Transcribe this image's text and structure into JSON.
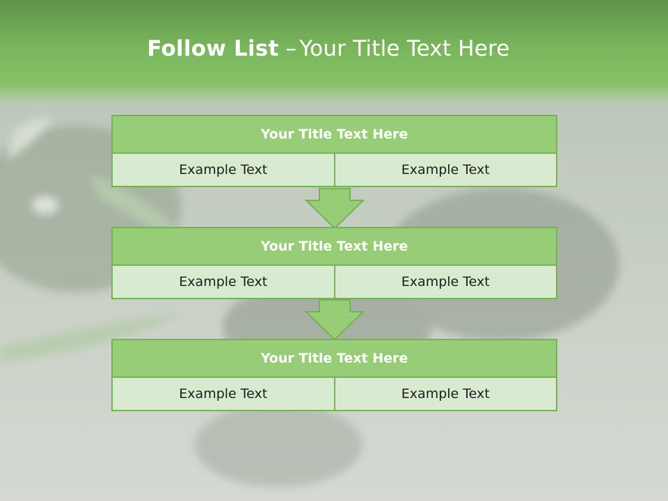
{
  "slide": {
    "title_bold": "Follow List",
    "title_rest": "Your Title Text Here",
    "title_separator": "–"
  },
  "blocks": [
    {
      "title": "Your Title Text Here",
      "left": "Example Text",
      "right": "Example Text"
    },
    {
      "title": "Your Title Text Here",
      "left": "Example Text",
      "right": "Example Text"
    },
    {
      "title": "Your Title Text Here",
      "left": "Example Text",
      "right": "Example Text"
    }
  ],
  "colors": {
    "header_green": "#79b55c",
    "box_title_fill": "#98cd78",
    "box_border": "#76b15a",
    "cell_fill": "#d8ebd0"
  }
}
